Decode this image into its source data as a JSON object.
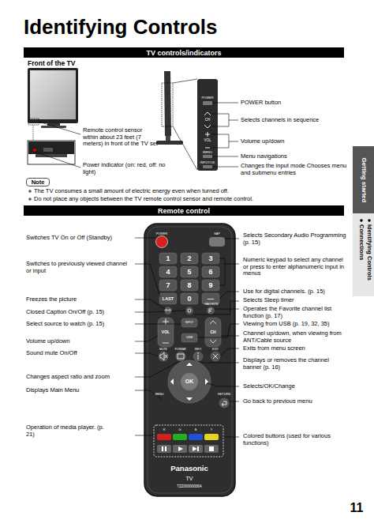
{
  "diagram": {
    "title": "Identifying Controls",
    "nodes": [
      {
        "text": [
          "TV controls/indicators"
        ]
      },
      {
        "text": [
          "Remote control"
        ]
      },
      {
        "text": [
          "Note"
        ]
      },
      {
        "text": [
          "Getting started"
        ]
      }
    ],
    "labels": [
      "Front of the TV",
      "Remote control sensor within about 23 feet (7 meters) in front of the TV set",
      "Power indicator (on: red, off: no light)",
      "POWER",
      "CH",
      "VOL",
      "MENU",
      "INPUT/OK",
      "POWER button",
      "Selects channels in sequence",
      "Volume up/down",
      "Menu navigations",
      "Changes the input mode Chooses menu and submenu entries",
      "The TV consumes a small amount of electric energy even when turned off.",
      "Do not place any objects between the TV remote control sensor and remote control.",
      "Switches TV On or Off (Standby)",
      "Switches to previously viewed channel or input",
      "Freezes the picture",
      "Closed Caption On/Off (p. 15)",
      "Select source to watch (p. 15)",
      "Volume up/down",
      "Sound mute On/Off",
      "Changes aspect ratio and zoom",
      "Displays Main Menu",
      "Operation of media player. (p. 21)",
      "Selects Secondary Audio Programming (p. 15)",
      "Numeric keypad to select any channel or press to enter alphanumeric input in menus",
      "Use for digital channels. (p. 15)",
      "Selects Sleep timer",
      "Operates the Favorite channel list function (p. 17)",
      "Viewing from USB (p. 19, 32, 35)",
      "Channel up/down, when viewing from ANT/Cable source",
      "Exits from menu screen",
      "Displays or removes the channel banner (p. 16)",
      "Selects/OK/Change",
      "Go back to previous menu",
      "Colored buttons (used for various functions)",
      "POWER",
      "SAP",
      "1",
      "2",
      "3",
      "4",
      "5",
      "6",
      "7",
      "8",
      "9",
      "LAST",
      "0",
      "—",
      "FAVORITE",
      "INPUT",
      "VOL",
      "CH",
      "USB",
      "MUTE",
      "FORMAT",
      "INFO",
      "EXIT",
      "OK",
      "MENU",
      "RETURN",
      "R",
      "G",
      "B",
      "Y",
      "Panasonic",
      "TV",
      "TZZ00000008A",
      "Identifying Controls",
      "Connections",
      "11"
    ]
  }
}
